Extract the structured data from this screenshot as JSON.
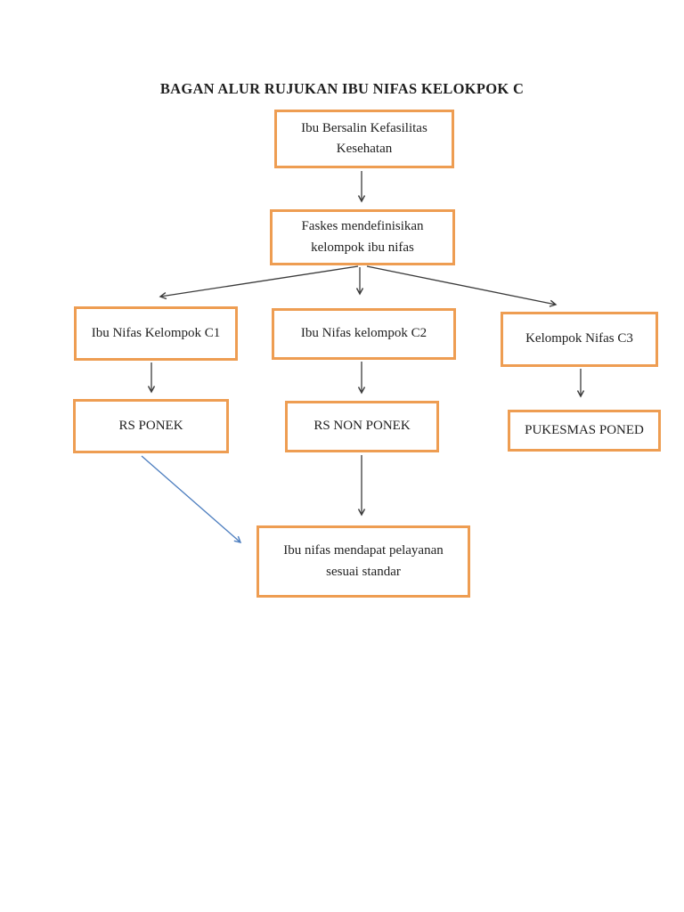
{
  "title": "BAGAN ALUR RUJUKAN IBU NIFAS KELOKPOK C",
  "colors": {
    "page_bg": "#ffffff",
    "text": "#1f1f1f",
    "box_border": "#ee9d52",
    "arrow": "#3b3b3b",
    "highlight_arrow": "#4d7ebf"
  },
  "nodes": [
    {
      "id": "ibu-bersalin",
      "label": "Ibu Bersalin Kefasilitas Kesehatan"
    },
    {
      "id": "faskes",
      "label": "Faskes mendefinisikan kelompok ibu nifas"
    },
    {
      "id": "c1",
      "label": "Ibu Nifas Kelompok C1"
    },
    {
      "id": "c2",
      "label": "Ibu Nifas kelompok C2"
    },
    {
      "id": "c3",
      "label": "Kelompok Nifas C3"
    },
    {
      "id": "rs-ponek",
      "label": "RS PONEK"
    },
    {
      "id": "rs-non-ponek",
      "label": "RS NON PONEK"
    },
    {
      "id": "pukesmas-poned",
      "label": "PUKESMAS PONED"
    },
    {
      "id": "pelayanan-standar",
      "label": "Ibu nifas mendapat pelayanan sesuai standar"
    }
  ],
  "edges": [
    {
      "from": "ibu-bersalin",
      "to": "faskes",
      "color": "black"
    },
    {
      "from": "faskes",
      "to": "c1",
      "color": "black"
    },
    {
      "from": "faskes",
      "to": "c2",
      "color": "black"
    },
    {
      "from": "faskes",
      "to": "c3",
      "color": "black"
    },
    {
      "from": "c1",
      "to": "rs-ponek",
      "color": "black"
    },
    {
      "from": "c2",
      "to": "rs-non-ponek",
      "color": "black"
    },
    {
      "from": "c3",
      "to": "pukesmas-poned",
      "color": "black"
    },
    {
      "from": "rs-ponek",
      "to": "pelayanan-standar",
      "color": "blue"
    },
    {
      "from": "rs-non-ponek",
      "to": "pelayanan-standar",
      "color": "black"
    }
  ]
}
